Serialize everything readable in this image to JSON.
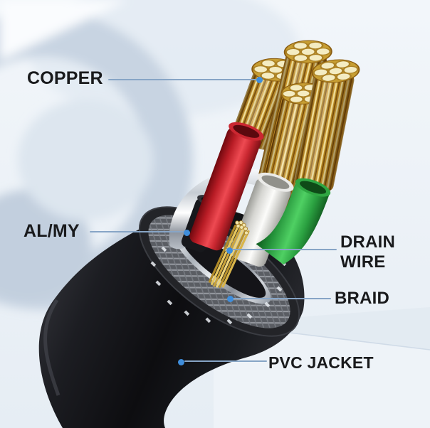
{
  "diagram": {
    "type": "cable-cutaway",
    "subject": "shielded data cable cross-section",
    "annotations": {
      "copper": {
        "label": "COPPER"
      },
      "foil": {
        "label": "AL/MY"
      },
      "drain": {
        "label": "DRAIN WIRE"
      },
      "braid": {
        "label": "BRAID"
      },
      "jacket": {
        "label": "PVC JACKET"
      }
    },
    "colors": {
      "background": "#e9eff6",
      "swoosh": "#c9d5e3",
      "label_text": "#191a1c",
      "leader_line": "#87a5c6",
      "marker_dot": "#3f8edc",
      "copper_gold": "#d9a832",
      "copper_face": "#f4ecc2",
      "insulation_red": "#c42029",
      "insulation_white": "#ececea",
      "insulation_green": "#2fa642",
      "foil_silver": "#c9ced6",
      "braid_gray": "#6a6d74",
      "jacket_black": "#17181c"
    }
  }
}
